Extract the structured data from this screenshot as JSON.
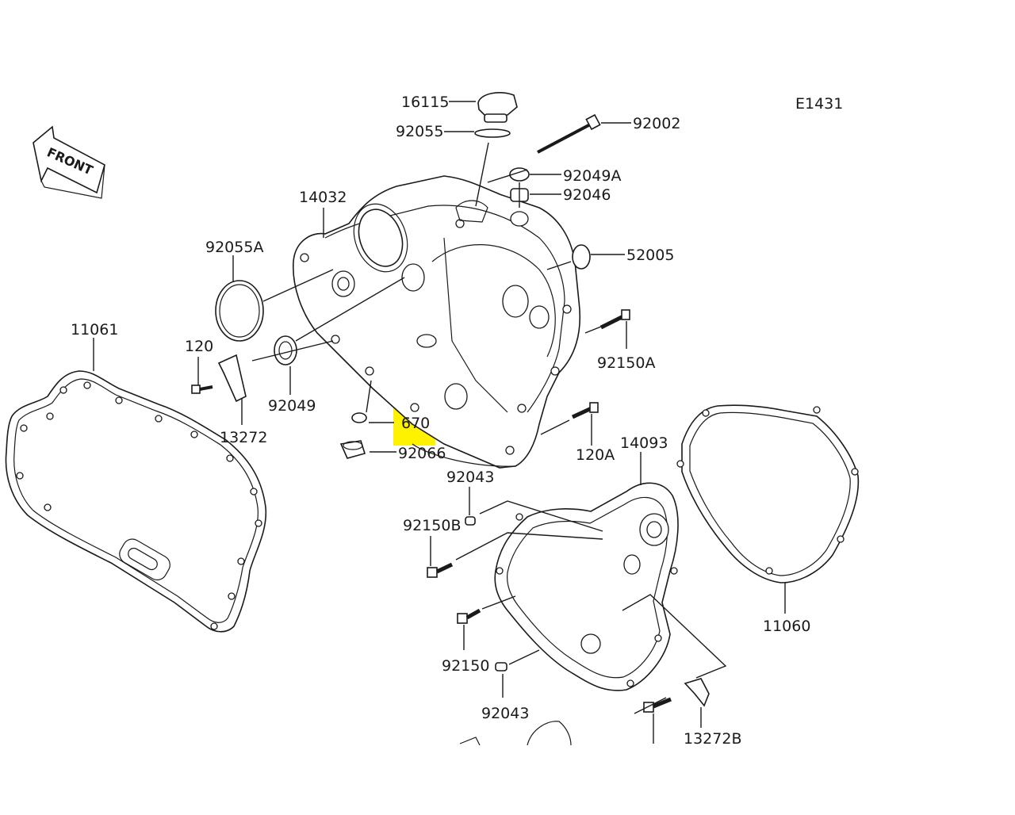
{
  "diagram": {
    "code": "E1431",
    "direction_label": "FRONT",
    "highlight_color": "#fff200",
    "labels": {
      "p16115": "16115",
      "p92055": "92055",
      "p92002": "92002",
      "p92049A": "92049A",
      "p92046": "92046",
      "p14032": "14032",
      "p92055A": "92055A",
      "p52005": "52005",
      "p11061": "11061",
      "p120": "120",
      "p92150A": "92150A",
      "p92049": "92049",
      "p13272": "13272",
      "p670": "670",
      "p92066": "92066",
      "p120A": "120A",
      "p14093": "14093",
      "p92043a": "92043",
      "p92150B": "92150B",
      "p11060": "11060",
      "p92150": "92150",
      "p92043b": "92043",
      "p13272B": "13272B"
    }
  }
}
